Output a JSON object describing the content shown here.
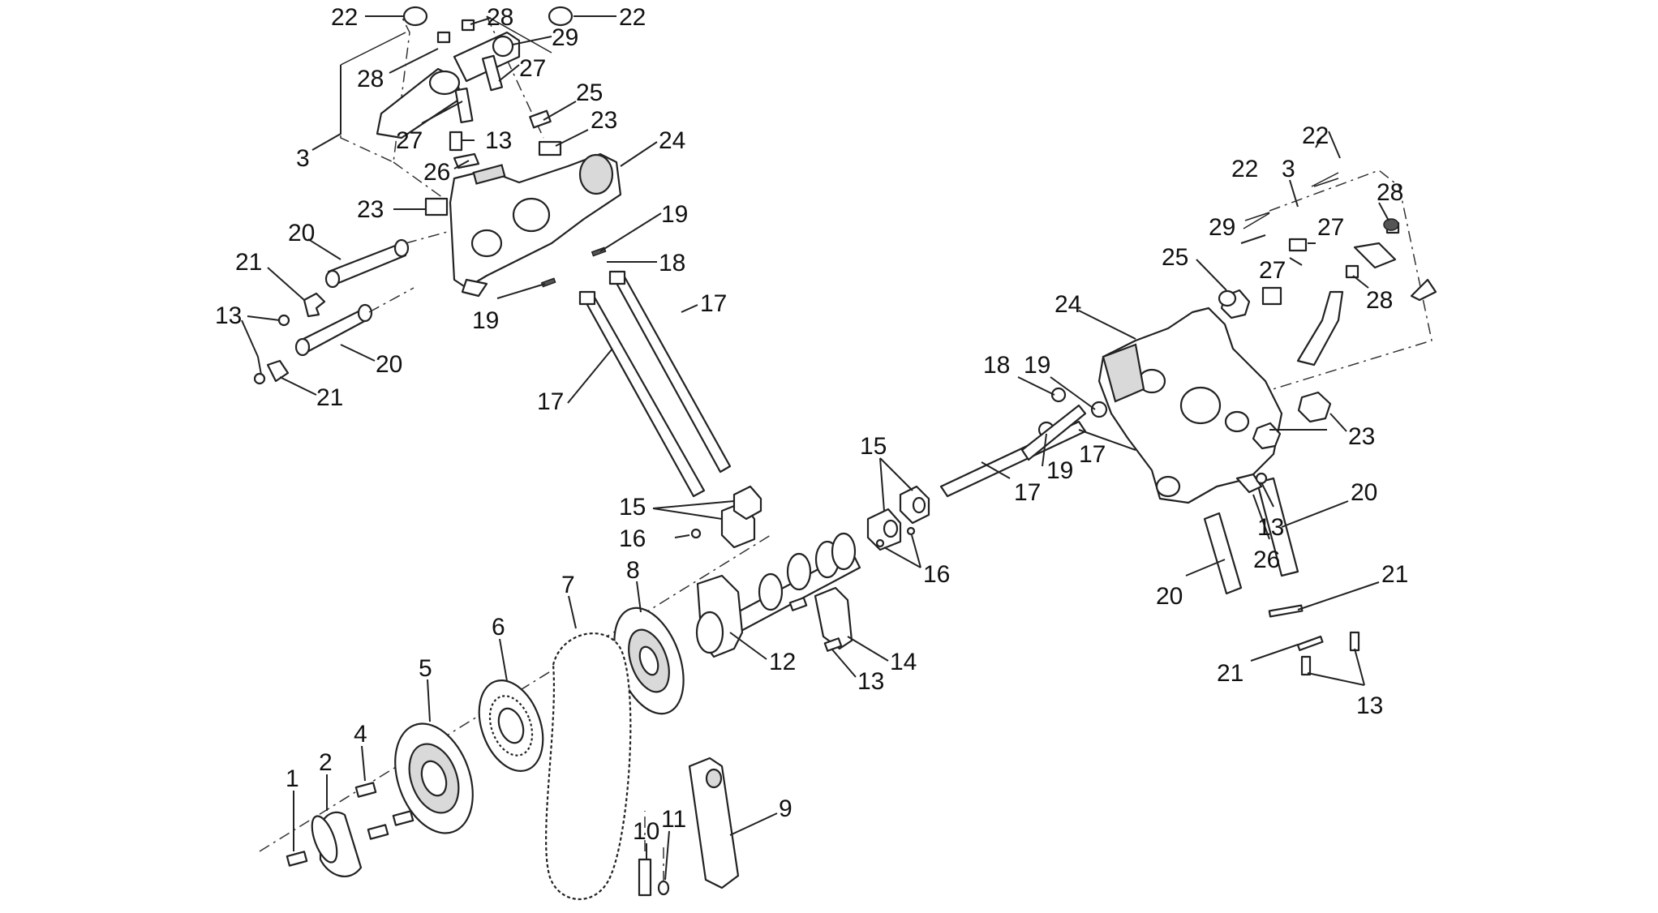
{
  "labels": {
    "l1": "1",
    "l2": "2",
    "l3a": "3",
    "l3b": "3",
    "l4": "4",
    "l5": "5",
    "l6": "6",
    "l7": "7",
    "l8": "8",
    "l9": "9",
    "l10": "10",
    "l11": "11",
    "l12": "12",
    "l13a": "13",
    "l13b": "13",
    "l13c": "13",
    "l13d": "13",
    "l13e": "13",
    "l14": "14",
    "l15a": "15",
    "l15b": "15",
    "l16a": "16",
    "l16b": "16",
    "l17a": "17",
    "l17b": "17",
    "l17c": "17",
    "l17d": "17",
    "l18a": "18",
    "l18b": "18",
    "l19a": "19",
    "l19b": "19",
    "l19c": "19",
    "l19d": "19",
    "l20a": "20",
    "l20b": "20",
    "l20c": "20",
    "l20d": "20",
    "l21a": "21",
    "l21b": "21",
    "l21c": "21",
    "l21d": "21",
    "l22a": "22",
    "l22b": "22",
    "l22c": "22",
    "l22d": "22",
    "l23a": "23",
    "l23b": "23",
    "l23c": "23",
    "l24a": "24",
    "l24b": "24",
    "l25a": "25",
    "l25b": "25",
    "l26a": "26",
    "l26b": "26",
    "l27a": "27",
    "l27b": "27",
    "l27c": "27",
    "l27d": "27",
    "l28a": "28",
    "l28b": "28",
    "l28c": "28",
    "l28d": "28",
    "l29a": "29",
    "l29b": "29"
  }
}
